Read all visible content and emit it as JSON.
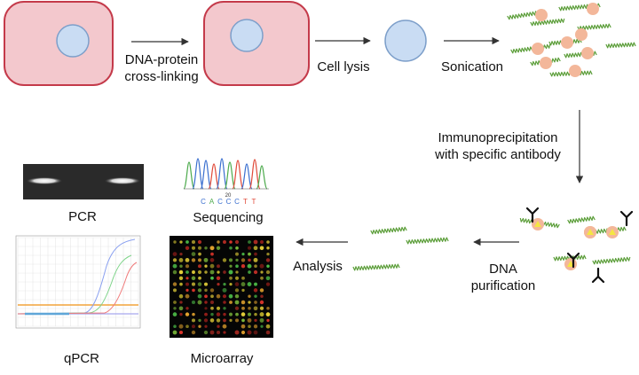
{
  "steps": {
    "crosslink": "DNA-protein\ncross-linking",
    "lysis": "Cell lysis",
    "sonication": "Sonication",
    "ip": "Immunoprecipitation\nwith specific antibody",
    "purification": "DNA\npurification",
    "analysis": "Analysis"
  },
  "methods": {
    "pcr": "PCR",
    "sequencing": "Sequencing",
    "qpcr": "qPCR",
    "microarray": "Microarray"
  },
  "sequence_letters": [
    "C",
    "A",
    "C",
    "C",
    "C",
    "T",
    "T"
  ],
  "sequence_index": "20",
  "colors": {
    "cell_fill": "#f3c8cd",
    "cell_stroke": "#c43a4a",
    "nucleus_fill": "#c9dcf3",
    "nucleus_stroke": "#7d9fca",
    "protein": "#f3b79a",
    "dna": "#5c9e3a",
    "antibody": "#111111",
    "epitope": "#f5e642",
    "arrow": "#333333"
  }
}
